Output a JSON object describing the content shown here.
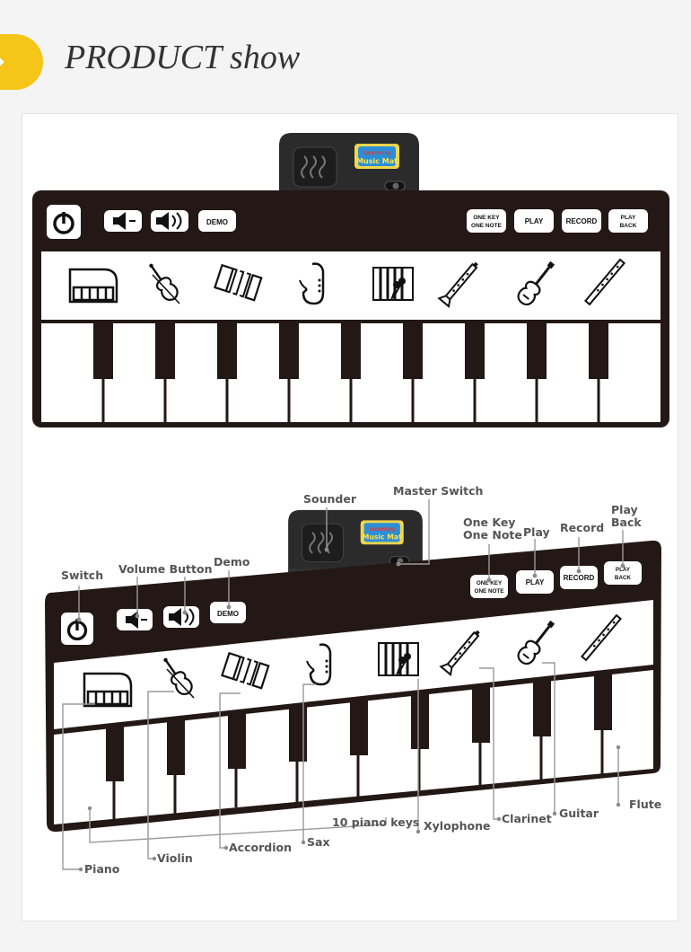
{
  "header": {
    "title": "PRODUCT show",
    "arrow_icon": "arrow-right-icon",
    "accent_color": "#f5c518"
  },
  "device": {
    "logo_line1": "Learning",
    "logo_line2": "Music Mat",
    "buttons": {
      "demo": "DEMO",
      "one_key_line1": "ONE KEY",
      "one_key_line2": "ONE NOTE",
      "play": "PLAY",
      "record": "RECORD",
      "play_back_line1": "PLAY",
      "play_back_line2": "BACK"
    },
    "instruments": [
      "piano-icon",
      "violin-icon",
      "accordion-icon",
      "sax-icon",
      "xylophone-icon",
      "clarinet-icon",
      "guitar-icon",
      "flute-icon"
    ],
    "body_color": "#231815"
  },
  "callouts": {
    "switch": "Switch",
    "volume_button": "Volume Button",
    "demo": "Demo",
    "sounder": "Sounder",
    "master_switch": "Master Switch",
    "one_key_line1": "One Key",
    "one_key_line2": "One Note",
    "play": "Play",
    "record": "Record",
    "play_back_line1": "Play",
    "play_back_line2": "Back",
    "piano": "Piano",
    "violin": "Violin",
    "accordion": "Accordion",
    "sax": "Sax",
    "piano_keys": "10 piano keys",
    "xylophone": "Xylophone",
    "clarinet": "Clarinet",
    "guitar": "Guitar",
    "flute": "Flute"
  }
}
